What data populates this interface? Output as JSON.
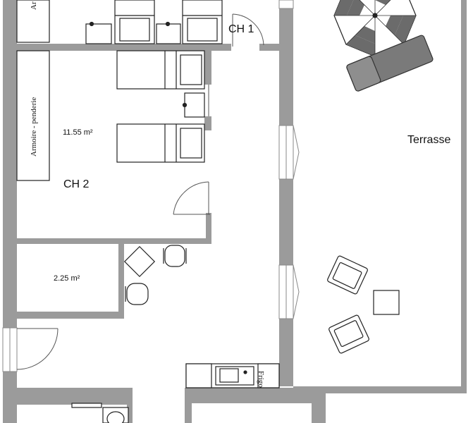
{
  "rooms": {
    "ch1": "CH 1",
    "ch2": "CH 2",
    "terrasse": "Terrasse"
  },
  "areas": {
    "ch2_area": "11.55 m²",
    "small_room_area": "2.25 m²"
  },
  "furniture": {
    "wardrobe_ch2": "Armoire - penderie",
    "wardrobe_ch1_partial": "Ar",
    "fridge": "Frigo"
  },
  "colors": {
    "wall": "#9b9b9b",
    "wall_edge": "#7a7a7a",
    "furniture_stroke": "#222222",
    "background": "#ffffff"
  }
}
